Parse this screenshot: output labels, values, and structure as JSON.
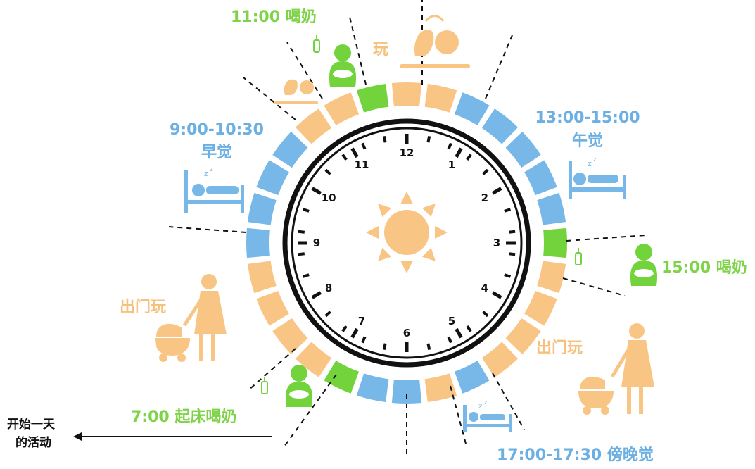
{
  "colors": {
    "orange": "#f9c584",
    "blue": "#77b8e9",
    "green": "#72d33c",
    "black": "#111111",
    "sun": "#f9c584"
  },
  "clock": {
    "numbers": [
      "12",
      "1",
      "2",
      "3",
      "4",
      "5",
      "6",
      "7",
      "8",
      "9",
      "10",
      "11"
    ],
    "center_icon": "sun-icon"
  },
  "schedule_ring": {
    "segment_order_note": "clockwise from 12 o'clock",
    "segments": [
      "orange",
      "orange",
      "blue",
      "blue",
      "blue",
      "blue",
      "blue",
      "green",
      "orange",
      "orange",
      "orange",
      "orange",
      "blue",
      "orange",
      "blue",
      "blue",
      "green",
      "orange",
      "orange",
      "orange",
      "orange",
      "blue",
      "blue",
      "blue",
      "blue",
      "orange",
      "orange",
      "green"
    ]
  },
  "labels": {
    "top_feed_time": "11:00 喝奶",
    "top_play": "玩",
    "morning_nap_time": "9:00-10:30",
    "morning_nap": "早觉",
    "afternoon_nap_time": "13:00-15:00",
    "afternoon_nap": "午觉",
    "afternoon_feed": "15:00 喝奶",
    "go_out_left": "出门玩",
    "go_out_right": "出门玩",
    "wake_feed": "7:00 起床喝奶",
    "evening_nap": "17:00-17:30 傍晚觉",
    "start_day_line1": "开始一天",
    "start_day_line2": "的活动"
  },
  "icons": [
    "bottle-icon",
    "mother-feeding-icon",
    "baby-playing-icon",
    "sleeping-baby-bed-icon",
    "mother-stroller-icon",
    "arrow-left-icon"
  ]
}
